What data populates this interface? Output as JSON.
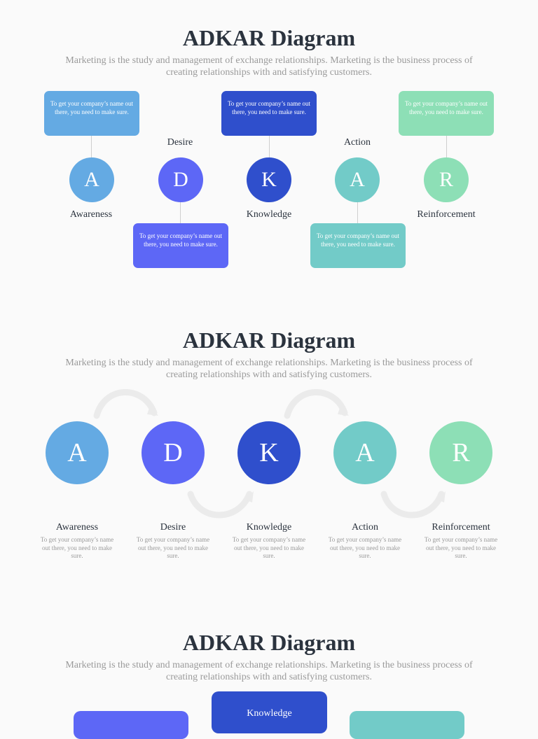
{
  "header": {
    "title": "ADKAR Diagram",
    "subtitle": "Marketing is the study and management of exchange relationships. Marketing is the business process of creating relationships with and satisfying customers."
  },
  "steps": [
    {
      "letter": "A",
      "label": "Awareness",
      "text": "To get your company’s name out there, you need to make sure.",
      "color": "#64aae3"
    },
    {
      "letter": "D",
      "label": "Desire",
      "text": "To get your company’s name out there, you need to make sure.",
      "color": "#5d67f6"
    },
    {
      "letter": "K",
      "label": "Knowledge",
      "text": "To get your company’s name out there, you need to make sure.",
      "color": "#2f4fcc"
    },
    {
      "letter": "A",
      "label": "Action",
      "text": "To get your company’s name out there, you need to make sure.",
      "color": "#72cbc8"
    },
    {
      "letter": "R",
      "label": "Reinforcement",
      "text": "To get your company’s name out there, you need to make sure.",
      "color": "#8ddfb6"
    }
  ],
  "section3": {
    "box_knowledge": "Knowledge"
  }
}
